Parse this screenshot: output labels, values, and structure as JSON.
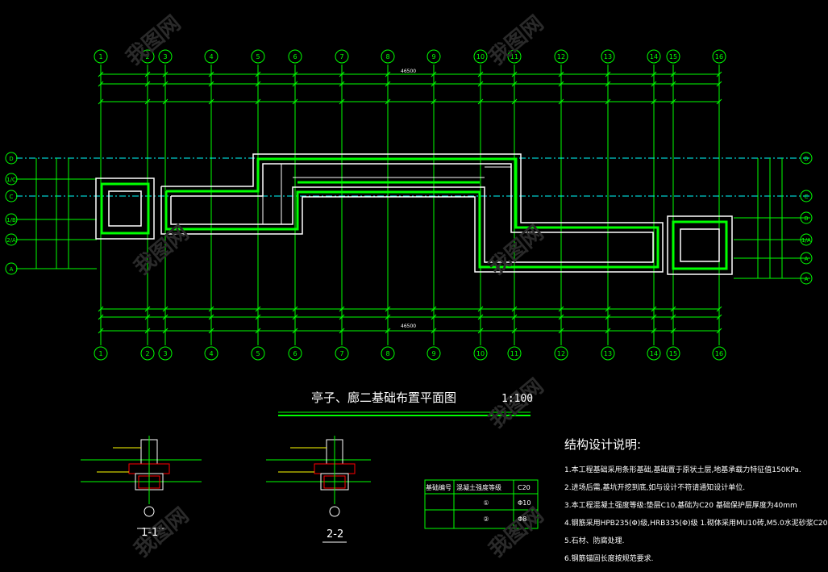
{
  "drawing": {
    "title": "亭子、廊二基础布置平面图",
    "scale": "1:100",
    "grid_labels": [
      "1",
      "2",
      "3",
      "4",
      "5",
      "6",
      "7",
      "8",
      "9",
      "10",
      "11",
      "12",
      "13",
      "14",
      "15",
      "16"
    ],
    "row_labels_left": [
      "D",
      "C",
      "B",
      "A",
      "A"
    ],
    "row_labels_right": [
      "D",
      "C",
      "B",
      "A",
      "A"
    ],
    "total_dim": "46500",
    "sections": [
      "1-1",
      "2-2"
    ],
    "colors": {
      "line": "#00ff00",
      "grid": "#00ffff",
      "wall": "#ffffff",
      "text": "#ffffff",
      "dim": "#00ff00",
      "red": "#ff0000",
      "yellow": "#ffff00"
    }
  },
  "notes": {
    "heading": "结构设计说明:",
    "items": [
      "1.本工程基础采用条形基础,基础置于原状土层,地基承载力特征值150KPa.",
      "2.进场后需,基坑开挖到底,如与设计不符请通知设计单位.",
      "3.本工程混凝土强度等级:垫层C10,基础为C20 基础保护层厚度为40mm",
      "4.钢筋采用HPB235(Φ)级,HRB335(Φ)级 1.砌体采用MU10砖,M5.0水泥砂浆C20",
      "5.石材、防腐处理.",
      "6.钢筋锚固长度按规范要求."
    ]
  },
  "table": {
    "header_left": "基础编号",
    "header_right": "混凝土强度等级",
    "header_value": "C20",
    "rows": [
      {
        "label": "①",
        "value": "Φ10"
      },
      {
        "label": "②",
        "value": "Φ8"
      }
    ]
  }
}
